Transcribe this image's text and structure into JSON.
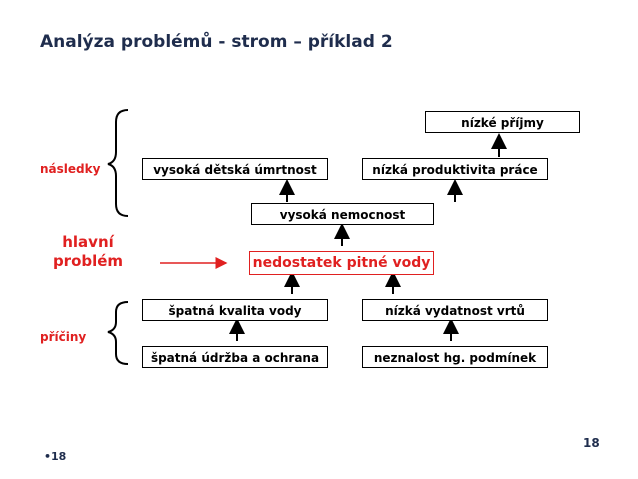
{
  "title": "Analýza problémů - strom – příklad 2",
  "side_labels": {
    "consequences": "následky",
    "main_problem_line1": "hlavní",
    "main_problem_line2": "problém",
    "causes": "příčiny"
  },
  "boxes": {
    "low_income": "nízké příjmy",
    "child_mortality": "vysoká dětská úmrtnost",
    "low_productivity": "nízká produktivita práce",
    "high_morbidity": "vysoká nemocnost",
    "main_problem": "nedostatek pitné vody",
    "poor_water_quality": "špatná kvalita vody",
    "low_well_yield": "nízká vydatnost vrtů",
    "poor_maintenance": "špatná údržba a ochrana",
    "unknown_hydrogeology": "neznalost hg. podmínek"
  },
  "footer": {
    "left_number": "•18",
    "page_number": "18"
  },
  "colors": {
    "accent_red": "#e02020",
    "title_navy": "#1f2d4d"
  }
}
